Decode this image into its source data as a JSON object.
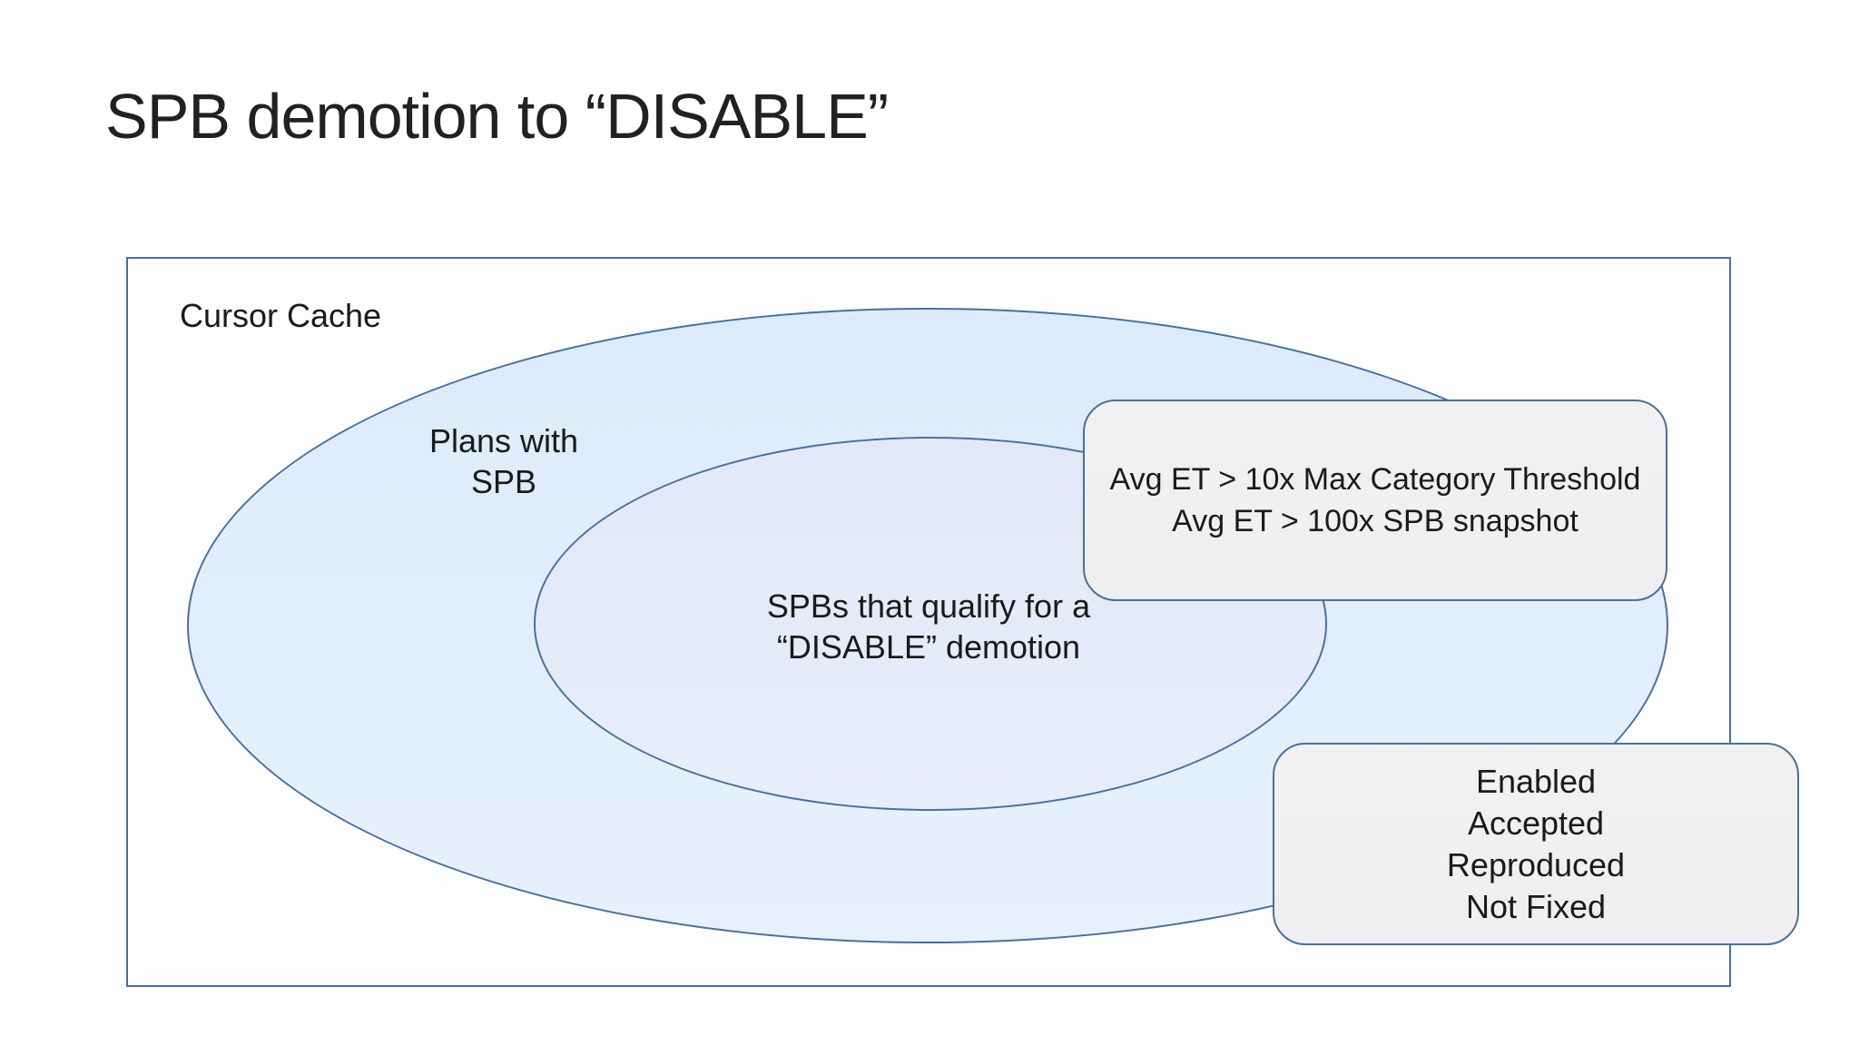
{
  "slide": {
    "title": "SPB demotion to “DISABLE”"
  },
  "diagram": {
    "frame_label": "Cursor Cache",
    "outer_ellipse": {
      "label_lines": [
        "Plans with",
        "SPB"
      ]
    },
    "inner_ellipse": {
      "label_lines": [
        "SPBs that qualify for a",
        "“DISABLE” demotion"
      ]
    },
    "threshold_callout": {
      "lines": [
        "Avg ET > 10x Max Category Threshold",
        "Avg ET > 100x SPB snapshot"
      ]
    },
    "status_callout": {
      "lines": [
        "Enabled",
        "Accepted",
        "Reproduced",
        "Not Fixed"
      ]
    }
  },
  "colors": {
    "slide_background": "#ffffff",
    "title_text": "#212121",
    "body_text": "#1a1a1a",
    "shape_border": "#48709b",
    "frame_fill": "#fdfdfe",
    "outer_ellipse_fill_top": "#dcebfa",
    "outer_ellipse_fill_bottom": "#e7f1fd",
    "inner_ellipse_fill_top": "#e2e8f7",
    "inner_ellipse_fill_bottom": "#e8edfb",
    "callout_fill": "#efeef0"
  }
}
